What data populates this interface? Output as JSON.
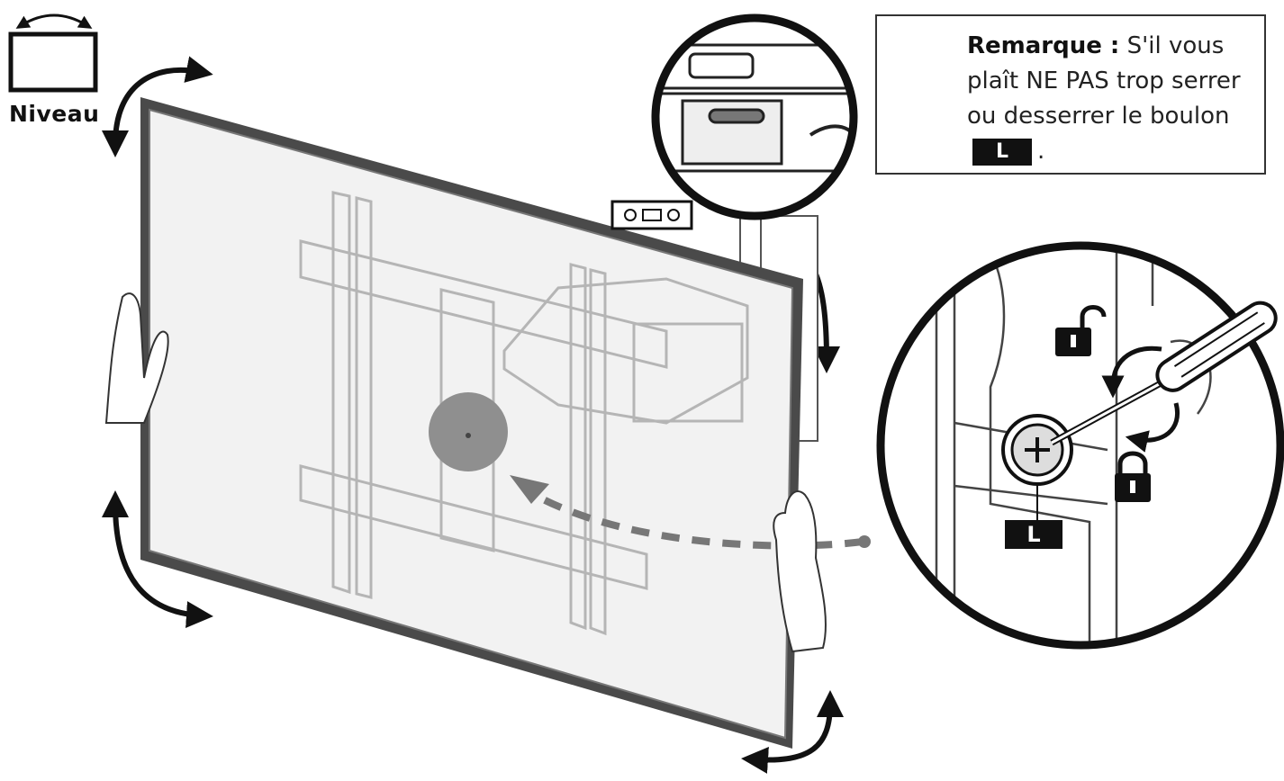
{
  "labels": {
    "level": "Niveau",
    "bolt": "L"
  },
  "note": {
    "title": "Remarque :",
    "text_part1": "S'il vous plaît NE PAS trop serrer ou desserrer le boulon",
    "bolt_label": "L",
    "text_end": "."
  },
  "icons": {
    "warning": "warning-triangle-icon",
    "unlock": "unlocked-padlock-icon",
    "lock": "locked-padlock-icon",
    "screwdriver": "screwdriver-icon",
    "level": "bubble-level-icon"
  }
}
